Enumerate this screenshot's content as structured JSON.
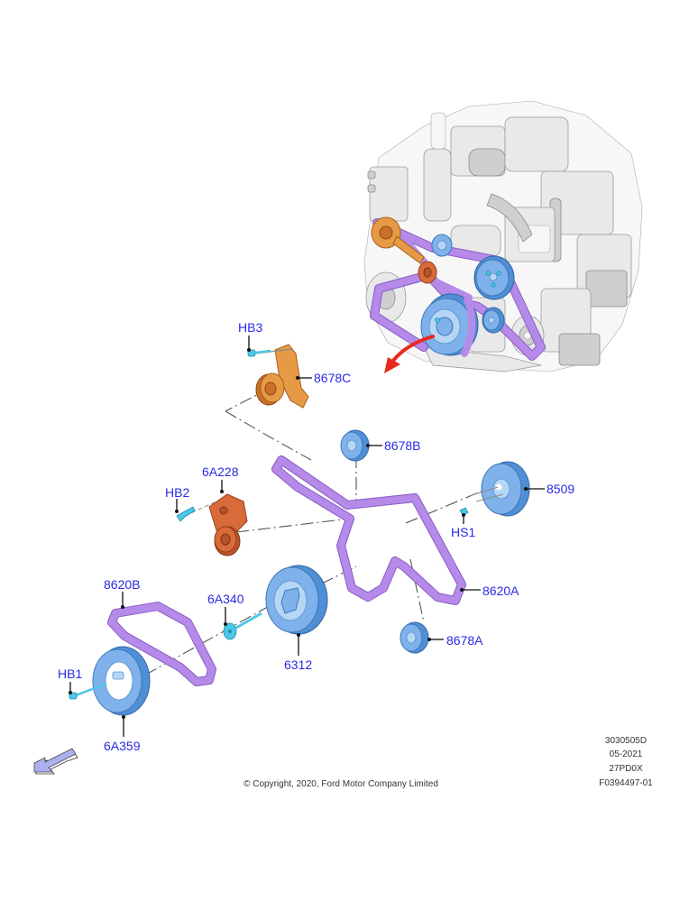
{
  "diagram": {
    "title_context": "Accessory drive belt and pulleys exploded view",
    "callouts": {
      "hb3": "HB3",
      "p8678c": "8678C",
      "p8678b": "8678B",
      "p6a228": "6A228",
      "hb2": "HB2",
      "p8509": "8509",
      "hs1": "HS1",
      "p8620b": "8620B",
      "p6a340": "6A340",
      "p8620a": "8620A",
      "p6312": "6312",
      "p8678a": "8678A",
      "hb1": "HB1",
      "p6a359": "6A359"
    },
    "part_colors": {
      "pulley_blue": "#7fb2ea",
      "tensioner_orange": "#e79a45",
      "tensioner_rust": "#d96a3a",
      "belt_purple": "#b58ae8",
      "fastener_cyan": "#4cc7e6",
      "callout_text": "#2a2ae6",
      "removal_arrow_red": "#e8281c",
      "view_arrow_lavender": "#aab0f0"
    },
    "icons": {
      "removal_arrow": "red-curved-arrow-icon",
      "view_direction_arrow": "view-direction-arrow-icon"
    }
  },
  "footer": {
    "copyright": "© Copyright, 2020, Ford Motor Company Limited",
    "doc_code": "3030505D",
    "date": "05-2021",
    "vehicle_code": "27PD0X",
    "figure_id": "F0394497-01"
  }
}
